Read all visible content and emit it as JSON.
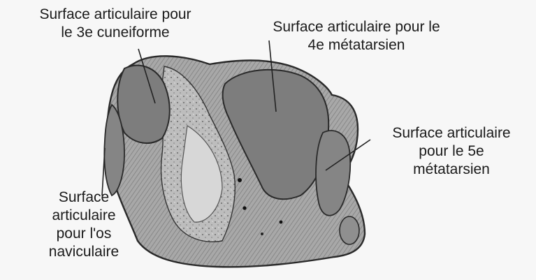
{
  "labels": {
    "cuneiforme": {
      "line1": "Surface articulaire pour",
      "line2": "le 3e cuneiforme"
    },
    "metatarsien4": {
      "line1": "Surface articulaire pour le",
      "line2": "4e métatarsien"
    },
    "metatarsien5": {
      "line1": "Surface articulaire",
      "line2": "pour le 5e",
      "line3": "métatarsien"
    },
    "naviculaire": {
      "line1": "Surface",
      "line2": "articulaire",
      "line3": "pour l'os",
      "line4": "naviculaire"
    }
  },
  "colors": {
    "bone_fill": "#9a9a9a",
    "facet_fill": "#7d7d7d",
    "outline": "#2a2a2a",
    "leader_line": "#222222"
  }
}
